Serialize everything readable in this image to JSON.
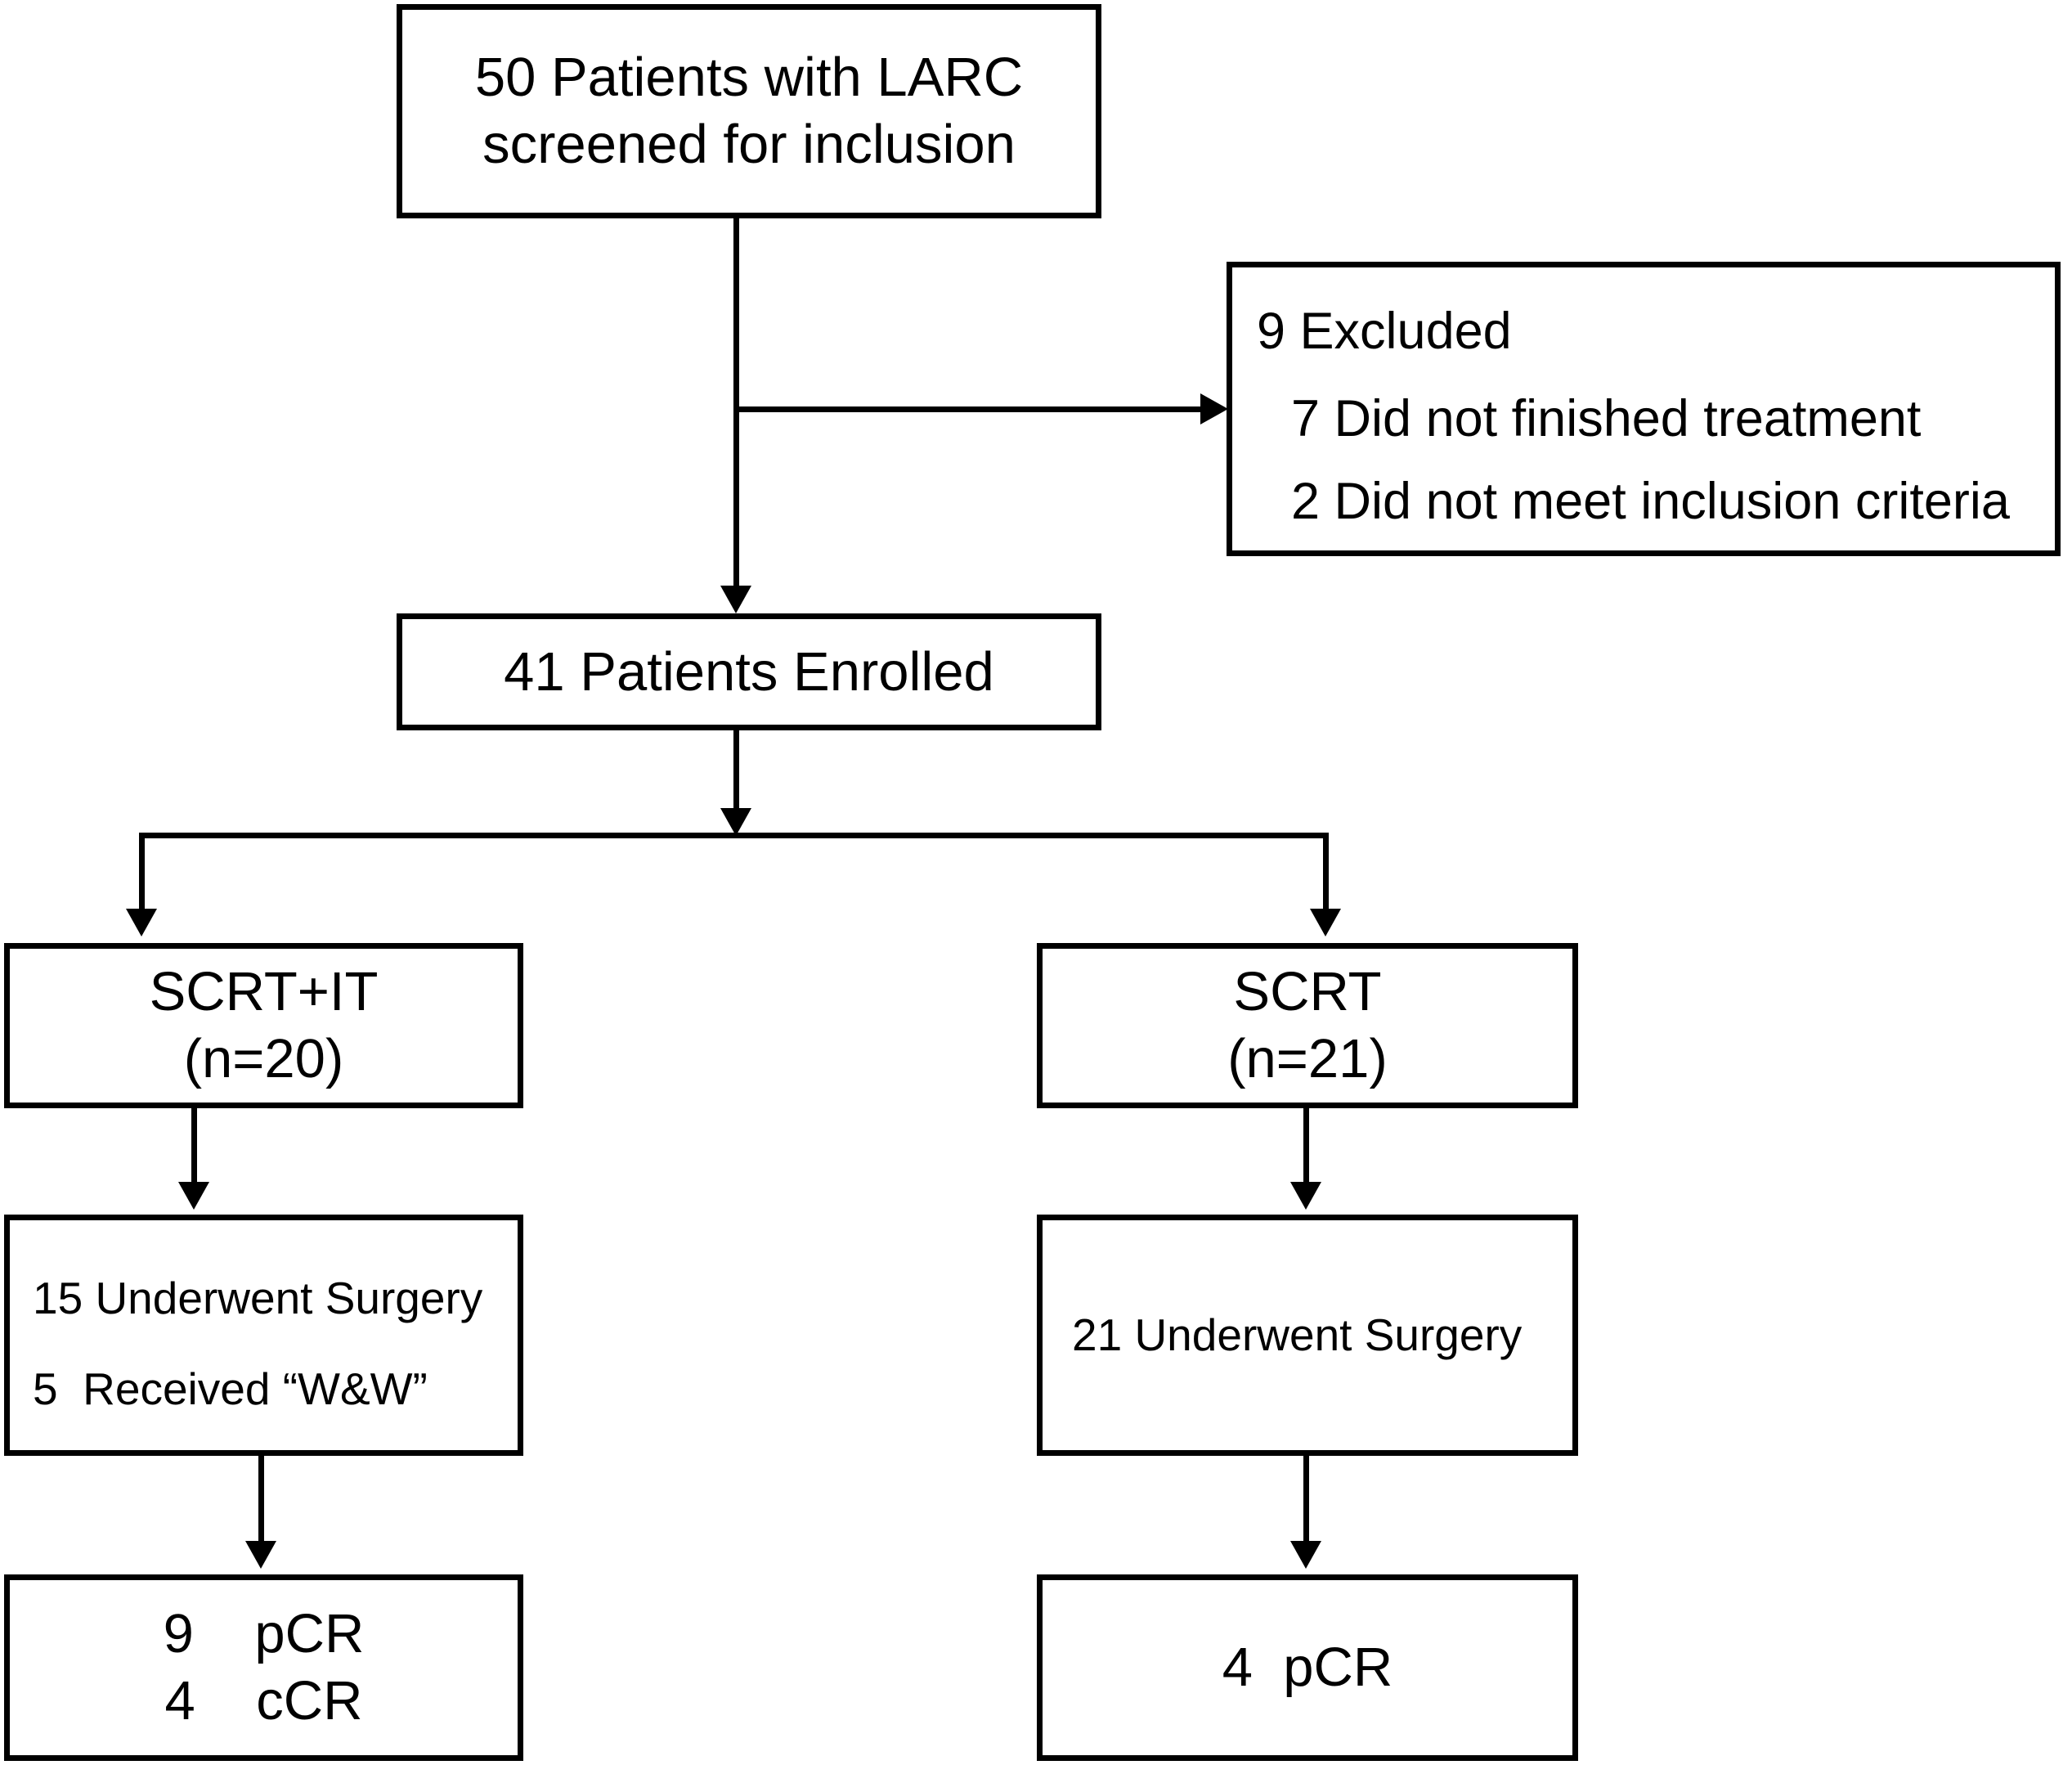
{
  "diagram": {
    "type": "flowchart",
    "title": "CONSORT patient flow diagram",
    "colors": {
      "line": "#000000",
      "box_fill": "#ffffff",
      "text": "#000000"
    },
    "nodes": {
      "screened": {
        "lines": [
          "50 Patients with LARC",
          "screened for inclusion"
        ]
      },
      "excluded": {
        "head": "9 Excluded",
        "reasons": [
          "7 Did not finished treatment",
          "2 Did not meet inclusion criteria"
        ]
      },
      "enrolled": {
        "lines": [
          "41 Patients Enrolled"
        ]
      },
      "arm_left": {
        "lines": [
          "SCRT+IT",
          "(n=20)"
        ]
      },
      "arm_right": {
        "lines": [
          "SCRT",
          "(n=21)"
        ]
      },
      "surgery_left": {
        "lines": [
          "15 Underwent Surgery",
          "5  Received “W&W”"
        ]
      },
      "surgery_right": {
        "lines": [
          "21 Underwent Surgery"
        ]
      },
      "outcome_left": {
        "lines": [
          "9    pCR",
          "4    cCR"
        ]
      },
      "outcome_right": {
        "lines": [
          "4  pCR"
        ]
      }
    },
    "edges": [
      {
        "name": "screened-to-enrolled",
        "from": "screened",
        "to": "enrolled",
        "style": "arrow-down"
      },
      {
        "name": "screened-to-excluded",
        "from": "screened",
        "to": "excluded",
        "style": "arrow-right"
      },
      {
        "name": "enrolled-to-arms",
        "from": "enrolled",
        "to": [
          "arm_left",
          "arm_right"
        ],
        "style": "split-down"
      },
      {
        "name": "arm-left-to-surgery",
        "from": "arm_left",
        "to": "surgery_left",
        "style": "arrow-down"
      },
      {
        "name": "arm-right-to-surgery",
        "from": "arm_right",
        "to": "surgery_right",
        "style": "arrow-down"
      },
      {
        "name": "surgery-left-to-outcome",
        "from": "surgery_left",
        "to": "outcome_left",
        "style": "arrow-down"
      },
      {
        "name": "surgery-right-to-outcome",
        "from": "surgery_right",
        "to": "outcome_right",
        "style": "arrow-down"
      }
    ]
  }
}
